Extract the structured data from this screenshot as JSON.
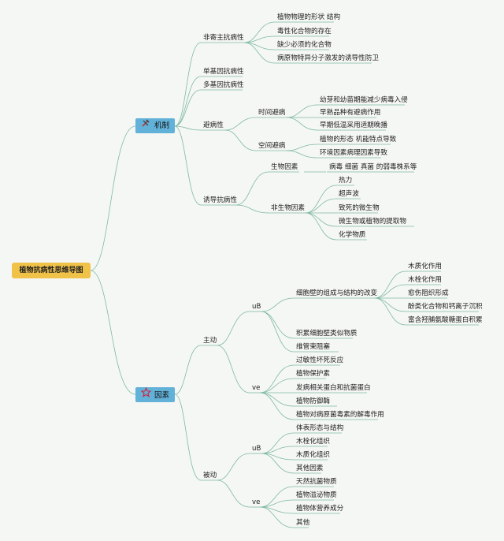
{
  "root": "植物抗病性思维导图",
  "branches": {
    "mechanism": {
      "label": "机制",
      "icon": "tools-icon",
      "l1": {
        "nonhost": "非寄主抗病性",
        "single_gene": "单基因抗病性",
        "multi_gene": "多基因抗病性",
        "avoidance": "避病性",
        "induced": "诱导抗病性"
      },
      "nonhost_items": [
        "植物物理的形状 结构",
        "毒性化合物的存在",
        "缺少必须的化合物",
        "病原物特异分子激发的诱导性防卫"
      ],
      "avoidance_sub": {
        "time_label": "时间避病",
        "time_items": [
          "幼芽和幼苗期能减少病毒入侵",
          "早熟品种有避病作用",
          "早期低温采用适期晚播"
        ],
        "space_label": "空间避病",
        "space_items": [
          "植物的形态 机能特点导致",
          "环境因素病理因素导致"
        ]
      },
      "induced_sub": {
        "bio_label": "生物因素",
        "bio_item": "病毒 细菌 真菌 的弱毒株系等",
        "abio_label": "非生物因素",
        "abio_items": [
          "热力",
          "超声波",
          "致死的微生物",
          "微生物或植物的提取物",
          "化学物质"
        ]
      }
    },
    "factors": {
      "label": "因素",
      "icon": "star-icon",
      "active": {
        "label": "主动",
        "ub_label": "uB",
        "ub_wall_label": "细胞壁的组成与结构的改变",
        "ub_wall_items": [
          "木质化作用",
          "木栓化作用",
          "愈伤阻织形成",
          "酚类化合物和钙离子沉积",
          "富含羟脯氨酸糖蛋白积累"
        ],
        "ub_other": [
          "积累细胞壁类似物质",
          "维管束阻塞"
        ],
        "ve_label": "ve",
        "ve_items": [
          "过敏性坏死反应",
          "植物保护素",
          "发病相关蛋白和抗菌蛋白",
          "植物防御酶",
          "植物对病原菌毒素的解毒作用"
        ]
      },
      "passive": {
        "label": "被动",
        "ub_label": "uB",
        "ub_items": [
          "体表形态与结构",
          "木栓化组织",
          "木质化组织",
          "其他因素"
        ],
        "ve_label": "ve",
        "ve_items": [
          "天然抗菌物质",
          "植物溢泌物质",
          "植物体营养成分",
          "其他"
        ]
      }
    }
  },
  "colors": {
    "root": "#f0c248",
    "branch": "#62b1d8",
    "line": "#7fb9a5",
    "background": "#f5f7f4"
  }
}
